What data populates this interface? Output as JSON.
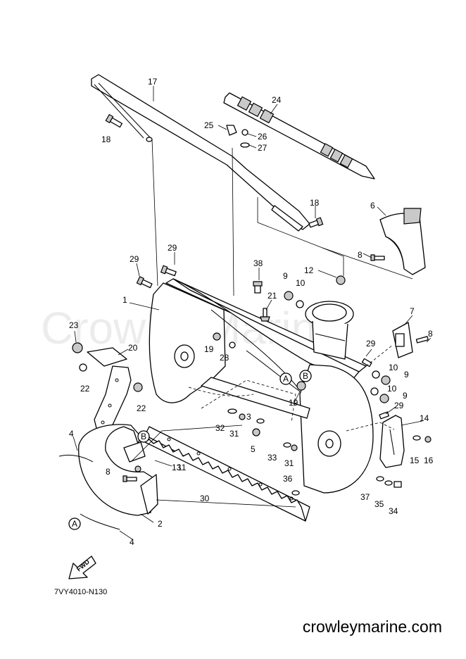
{
  "diagram": {
    "code": "7VY4010-N130",
    "watermark": "CrowleyMarine",
    "brand": "crowleymarine.com",
    "fwd_label": "FWD",
    "callouts": {
      "A": "A",
      "B": "B"
    },
    "part_labels": {
      "p1": "1",
      "p2": "2",
      "p3": "3",
      "p4a": "4",
      "p4b": "4",
      "p5": "5",
      "p6": "6",
      "p7": "7",
      "p8a": "8",
      "p8b": "8",
      "p8c": "8",
      "p9a": "9",
      "p9b": "9",
      "p9c": "9",
      "p10a": "10",
      "p10b": "10",
      "p10c": "10",
      "p11": "11",
      "p12": "12",
      "p13": "13",
      "p14": "14",
      "p15": "15",
      "p16": "16",
      "p17": "17",
      "p18a": "18",
      "p18b": "18",
      "p19a": "19",
      "p19b": "19",
      "p20": "20",
      "p21": "21",
      "p22a": "22",
      "p22b": "22",
      "p23": "23",
      "p24": "24",
      "p25": "25",
      "p26": "26",
      "p27": "27",
      "p28": "28",
      "p29a": "29",
      "p29b": "29",
      "p29c": "29",
      "p29d": "29",
      "p30": "30",
      "p31a": "31",
      "p31b": "31",
      "p32": "32",
      "p33": "33",
      "p34": "34",
      "p35": "35",
      "p36": "36",
      "p37": "37",
      "p38": "38"
    }
  }
}
